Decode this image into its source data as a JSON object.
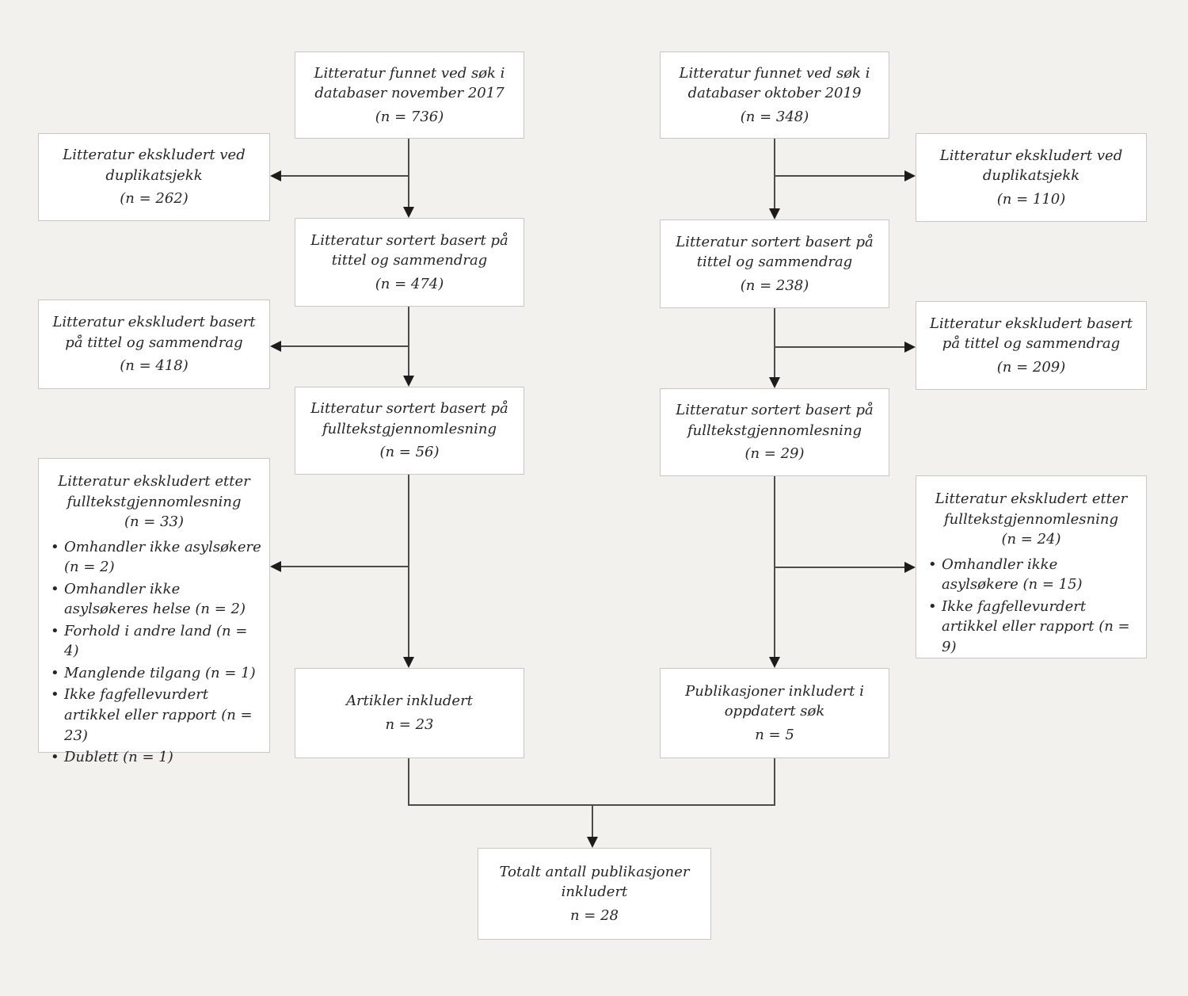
{
  "colors": {
    "background": "#f2f1ee",
    "box_fill": "#ffffff",
    "box_border": "#c8c7c3",
    "connector_line": "#4c4c4a",
    "arrowhead": "#1c1c1c",
    "text": "#262624"
  },
  "boxes": {
    "search_2017": {
      "text": "Litteratur funnet ved søk i\ndatabaser november 2017",
      "n": "(n = 736)"
    },
    "excl_dup_2017": {
      "text": "Litteratur ekskludert ved\nduplikatsjekk",
      "n": "(n = 262)"
    },
    "sorted_title_2017": {
      "text": "Litteratur sortert basert på\ntittel og sammendrag",
      "n": "(n = 474)"
    },
    "excl_title_2017": {
      "text": "Litteratur ekskludert basert\npå tittel og sammendrag",
      "n": "(n = 418)"
    },
    "sorted_fulltext_2017": {
      "text": "Litteratur sortert basert på\nfulltekstgjennomlesning",
      "n": "(n = 56)"
    },
    "excl_fulltext_2017": {
      "title": "Litteratur ekskludert etter\nfulltekstgjennomlesning",
      "n": "(n = 33)",
      "bullets": [
        "Omhandler ikke asylsøkere (n = 2)",
        "Omhandler ikke asylsøkeres helse (n = 2)",
        "Forhold i andre land (n = 4)",
        "Manglende tilgang (n = 1)",
        "Ikke fagfellevurdert artikkel eller rapport (n = 23)",
        "Dublett (n = 1)"
      ]
    },
    "included_2017": {
      "text": "Artikler inkludert",
      "n": "n = 23"
    },
    "search_2019": {
      "text": "Litteratur funnet ved søk i\ndatabaser oktober 2019",
      "n": "(n = 348)"
    },
    "excl_dup_2019": {
      "text": "Litteratur ekskludert ved\nduplikatsjekk",
      "n": "(n = 110)"
    },
    "sorted_title_2019": {
      "text": "Litteratur sortert basert på\ntittel og sammendrag",
      "n": "(n = 238)"
    },
    "excl_title_2019": {
      "text": "Litteratur ekskludert basert\npå tittel og sammendrag",
      "n": "(n = 209)"
    },
    "sorted_fulltext_2019": {
      "text": "Litteratur sortert basert på\nfulltekstgjennomlesning",
      "n": "(n = 29)"
    },
    "excl_fulltext_2019": {
      "title": "Litteratur ekskludert etter\nfulltekstgjennomlesning",
      "n": "(n = 24)",
      "bullets": [
        "Omhandler ikke asylsøkere (n = 15)",
        "Ikke fagfellevurdert artikkel eller rapport (n = 9)"
      ]
    },
    "included_2019": {
      "text": "Publikasjoner inkludert i\noppdatert søk",
      "n": "n = 5"
    },
    "total": {
      "text": "Totalt antall publikasjoner\ninkludert",
      "n": "n = 28"
    }
  }
}
